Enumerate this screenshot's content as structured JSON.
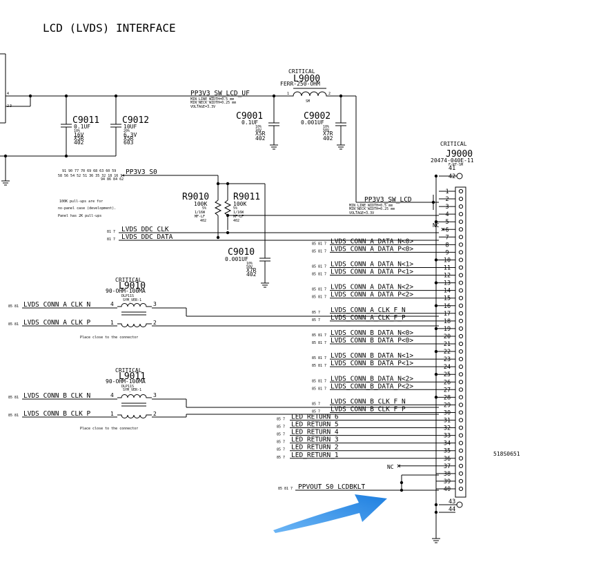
{
  "title": "LCD (LVDS) INTERFACE",
  "top_net": "PP3V3_SW_LCD_UF",
  "top_net_notes": [
    "MIN_LINE_WIDTH=0.5 mm",
    "MIN_NECK_WIDTH=0.25 mm",
    "VOLTAGE=3.3V"
  ],
  "l9000": {
    "critical": "CRITICAL",
    "ref": "L9000",
    "value": "FERR-250-OHM",
    "pkg": "SM",
    "pin1": "1",
    "pin2": "2"
  },
  "c9011": {
    "ref": "C9011",
    "vals": [
      "0.1UF",
      "10%",
      "16V",
      "X5R",
      "402"
    ]
  },
  "c9012": {
    "ref": "C9012",
    "vals": [
      "10UF",
      "20%",
      "6.3V",
      "X5R",
      "603"
    ]
  },
  "c9001": {
    "ref": "C9001",
    "vals": [
      "0.1UF",
      "10%",
      "16V",
      "X5R",
      "402"
    ]
  },
  "c9002": {
    "ref": "C9002",
    "vals": [
      "0.001UF",
      "10%",
      "50V",
      "X7R",
      "402"
    ]
  },
  "c9010": {
    "ref": "C9010",
    "vals": [
      "0.001UF",
      "10%",
      "50V",
      "X7R",
      "402"
    ]
  },
  "left_pins": [
    "4",
    "2",
    "3"
  ],
  "pp3v3_s0": "PP3V3_S0",
  "pp3v3_s0_refs": "91 90 77 70 69 68 63 60 59",
  "pp3v3_s0_refs2": "58 56 54 52 51 36 35 32 18 16 14",
  "pp3v3_s0_refs3": "94 86 84 62",
  "pullup_note": [
    "100K pull-ups are for",
    "no-panel case (development).",
    "Panel has 2K pull-ups"
  ],
  "r9010": {
    "ref": "R9010",
    "vals": [
      "100K",
      "5%",
      "1/16W",
      "MF-LF",
      "402"
    ]
  },
  "r9011": {
    "ref": "R9011",
    "vals": [
      "100K",
      "5%",
      "1/16W",
      "MF-LF",
      "402"
    ]
  },
  "ddc_clk": "LVDS_DDC_CLK",
  "ddc_data": "LVDS_DDC_DATA",
  "small_ref": "81 7",
  "j9000": {
    "critical": "CRITICAL",
    "ref": "J9000",
    "part": "20474-040E-11",
    "sub": "F-RT-SM",
    "part_no": "518S0651",
    "nc": "NC"
  },
  "pp3v3_sw_lcd": "PP3V3_SW_LCD",
  "pp3v3_sw_lcd_notes": [
    "MIN_LINE_WIDTH=0.5 mm",
    "MIN_NECK_WIDTH=0.25 mm",
    "VOLTAGE=3.3V"
  ],
  "l9010": {
    "critical": "CRITICAL",
    "ref": "L9010",
    "value": "90-OHM-100MA",
    "pkg": "DLP11S",
    "sub": "SYM_VER-1",
    "net_n": "LVDS_CONN_A_CLK_N",
    "net_p": "LVDS_CONN_A_CLK_P",
    "note": "Place close to the connector",
    "pins": [
      "4",
      "3",
      "1",
      "2"
    ]
  },
  "l9011": {
    "critical": "CRITICAL",
    "ref": "L9011",
    "value": "90-OHM-100MA",
    "pkg": "DLP11S",
    "sub": "SYM_VER-1",
    "net_n": "LVDS_CONN_B_CLK_N",
    "net_p": "LVDS_CONN_B_CLK_P",
    "note": "Place close to the connector",
    "pins": [
      "4",
      "3",
      "1",
      "2"
    ]
  },
  "ref_8x": "85 81",
  "ref_7": "85 7",
  "ref_817": "85 81 7",
  "pins": [
    {
      "n": "1",
      "net": ""
    },
    {
      "n": "2",
      "net": ""
    },
    {
      "n": "3",
      "net": ""
    },
    {
      "n": "4",
      "net": ""
    },
    {
      "n": "5",
      "net": ""
    },
    {
      "n": "6",
      "net": ""
    },
    {
      "n": "7",
      "net": ""
    },
    {
      "n": "8",
      "net": "LVDS_CONN_A_DATA_N<0>"
    },
    {
      "n": "9",
      "net": "LVDS_CONN_A_DATA_P<0>"
    },
    {
      "n": "10",
      "net": ""
    },
    {
      "n": "11",
      "net": "LVDS_CONN_A_DATA_N<1>"
    },
    {
      "n": "12",
      "net": "LVDS_CONN_A_DATA_P<1>"
    },
    {
      "n": "13",
      "net": ""
    },
    {
      "n": "14",
      "net": "LVDS_CONN_A_DATA_N<2>"
    },
    {
      "n": "15",
      "net": "LVDS_CONN_A_DATA_P<2>"
    },
    {
      "n": "16",
      "net": ""
    },
    {
      "n": "17",
      "net": "LVDS_CONN_A_CLK_F_N"
    },
    {
      "n": "18",
      "net": "LVDS_CONN_A_CLK_F_P"
    },
    {
      "n": "19",
      "net": ""
    },
    {
      "n": "20",
      "net": "LVDS_CONN_B_DATA_N<0>"
    },
    {
      "n": "21",
      "net": "LVDS_CONN_B_DATA_P<0>"
    },
    {
      "n": "22",
      "net": ""
    },
    {
      "n": "23",
      "net": "LVDS_CONN_B_DATA_N<1>"
    },
    {
      "n": "24",
      "net": "LVDS_CONN_B_DATA_P<1>"
    },
    {
      "n": "25",
      "net": ""
    },
    {
      "n": "26",
      "net": "LVDS_CONN_B_DATA_N<2>"
    },
    {
      "n": "27",
      "net": "LVDS_CONN_B_DATA_P<2>"
    },
    {
      "n": "28",
      "net": ""
    },
    {
      "n": "29",
      "net": "LVDS_CONN_B_CLK_F_N"
    },
    {
      "n": "30",
      "net": "LVDS_CONN_B_CLK_F_P"
    },
    {
      "n": "31",
      "net": "LED_RETURN_6"
    },
    {
      "n": "32",
      "net": "LED_RETURN_5"
    },
    {
      "n": "33",
      "net": "LED_RETURN_4"
    },
    {
      "n": "34",
      "net": "LED_RETURN_3"
    },
    {
      "n": "35",
      "net": "LED_RETURN_2"
    },
    {
      "n": "36",
      "net": "LED_RETURN_1"
    },
    {
      "n": "37",
      "net": ""
    },
    {
      "n": "38",
      "net": ""
    },
    {
      "n": "39",
      "net": ""
    },
    {
      "n": "40",
      "net": ""
    }
  ],
  "mount_pins": [
    "41",
    "42",
    "43",
    "44"
  ],
  "ppvout": "PPVOUT_S0_LCDBKLT",
  "arrow_color": "#2F8FEA"
}
